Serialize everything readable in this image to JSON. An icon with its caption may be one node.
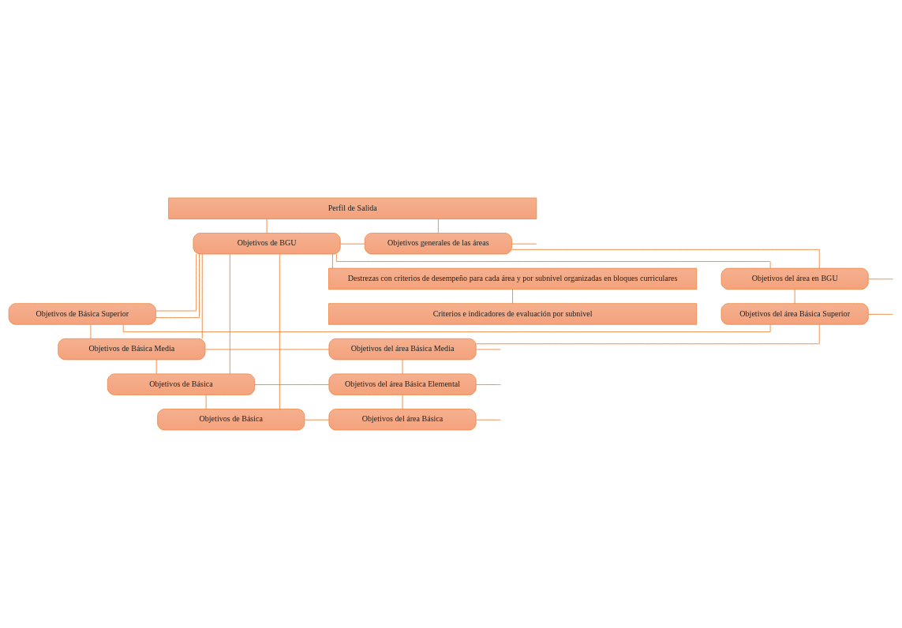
{
  "diagram": {
    "nodes": [
      {
        "text": [
          "Perfil de Salida"
        ]
      },
      {
        "text": [
          "Objetivos de BGU"
        ]
      },
      {
        "text": [
          "Objetivos generales de las áreas"
        ]
      },
      {
        "text": [
          "Objetivos del área en BGU"
        ]
      },
      {
        "text": [
          "Objetivos de Básica Superior"
        ]
      },
      {
        "text": [
          "Objetivos del área Básica Superior"
        ]
      },
      {
        "text": [
          "Objetivos de Básica Media"
        ]
      },
      {
        "text": [
          "Objetivos del área Básica Media"
        ]
      },
      {
        "text": [
          "Objetivos de Básica"
        ]
      },
      {
        "text": [
          "Objetivos del área Básica Elemental"
        ]
      },
      {
        "text": [
          "Objetivos de Básica"
        ]
      },
      {
        "text": [
          "Objetivos del área Básica"
        ]
      },
      {
        "text": [
          "Destrezas con criterios de desempeño para cada área y por subnivel organizadas en bloques curriculares"
        ]
      },
      {
        "text": [
          "Criterios e indicadores de evaluación por subnivel"
        ]
      }
    ],
    "edges": [
      {
        "from": 0,
        "to": 1,
        "arrow": "none"
      },
      {
        "from": 0,
        "to": 2,
        "arrow": "none"
      },
      {
        "from": 2,
        "to": 3,
        "arrow": "none"
      },
      {
        "from": 1,
        "to": 2,
        "arrow": "none"
      },
      {
        "from": 1,
        "to": 3,
        "arrow": "none"
      },
      {
        "from": 1,
        "to": 4,
        "arrow": "none"
      },
      {
        "from": 1,
        "to": 4,
        "arrow": "none"
      },
      {
        "from": 1,
        "to": 6,
        "arrow": "none"
      },
      {
        "from": 1,
        "to": 8,
        "arrow": "none"
      },
      {
        "from": 1,
        "to": 10,
        "arrow": "none"
      },
      {
        "from": 4,
        "to": 6,
        "arrow": "none"
      },
      {
        "from": 6,
        "to": 8,
        "arrow": "none"
      },
      {
        "from": 8,
        "to": 10,
        "arrow": "none"
      },
      {
        "from": 3,
        "to": 5,
        "arrow": "none"
      },
      {
        "from": 5,
        "to": 7,
        "arrow": "none"
      },
      {
        "from": 7,
        "to": 9,
        "arrow": "none"
      },
      {
        "from": 9,
        "to": 11,
        "arrow": "none"
      },
      {
        "from": 4,
        "to": 5,
        "arrow": "none"
      },
      {
        "from": 6,
        "to": 7,
        "arrow": "none"
      },
      {
        "from": 8,
        "to": 9,
        "arrow": "none"
      },
      {
        "from": 10,
        "to": 11,
        "arrow": "none"
      },
      {
        "from": 1,
        "to": 12,
        "arrow": "none"
      },
      {
        "from": 12,
        "to": 13,
        "arrow": "none"
      },
      {
        "from": 2,
        "to": null,
        "arrow": "none"
      },
      {
        "from": 3,
        "to": null,
        "arrow": "none"
      },
      {
        "from": 5,
        "to": null,
        "arrow": "none"
      },
      {
        "from": 7,
        "to": null,
        "arrow": "none"
      },
      {
        "from": 9,
        "to": null,
        "arrow": "none"
      },
      {
        "from": 11,
        "to": null,
        "arrow": "none"
      }
    ]
  }
}
